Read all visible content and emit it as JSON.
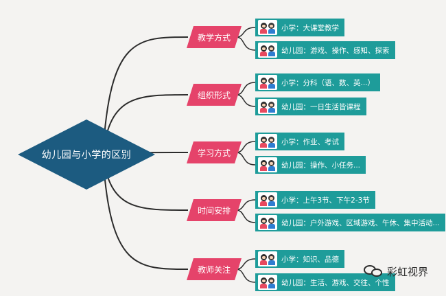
{
  "root": {
    "label": "幼儿园与小学的区别"
  },
  "colors": {
    "root": "#1c5b80",
    "category": "#e5436a",
    "leaf": "#1e9c9a",
    "connector": "#2b2b2b"
  },
  "categories": [
    {
      "label": "教学方式",
      "items": [
        "小学：大课堂教学",
        "幼儿园：游戏、操作、感知、探索"
      ]
    },
    {
      "label": "组织形式",
      "items": [
        "小学：分科（语、数、英...）",
        "幼儿园：一日生活皆课程"
      ]
    },
    {
      "label": "学习方式",
      "items": [
        "小学：作业、考试",
        "幼儿园：操作、小任务..."
      ]
    },
    {
      "label": "时间安排",
      "items": [
        "小学：上午3节、下午2-3节",
        "幼儿园：户外游戏、区域游戏、午休、集中活动..."
      ]
    },
    {
      "label": "教师关注",
      "items": [
        "小学：知识、品德",
        "幼儿园：生活、游戏、交往、个性"
      ]
    }
  ],
  "watermark": {
    "text": "彩虹视界",
    "icon": "wechat-icon"
  }
}
